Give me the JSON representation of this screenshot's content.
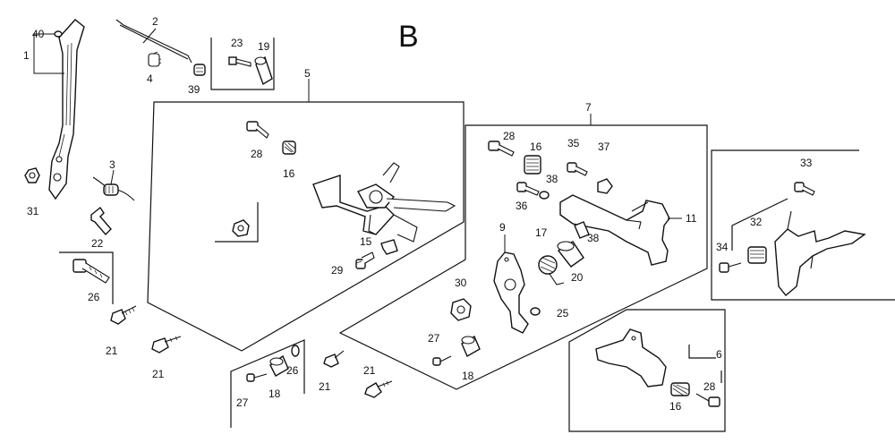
{
  "diagram": {
    "section_letter": "B",
    "callouts": {
      "c1": "1",
      "c40": "40",
      "c2": "2",
      "c4": "4",
      "c39": "39",
      "c23": "23",
      "c19": "19",
      "c5": "5",
      "c3": "3",
      "c31": "31",
      "c22": "22",
      "c26a": "26",
      "c21a": "21",
      "c21b": "21",
      "c28a": "28",
      "c16a": "16",
      "c15": "15",
      "c29": "29",
      "c27a": "27",
      "c18a": "18",
      "c26b": "26",
      "c21c": "21",
      "c21d": "21",
      "c7": "7",
      "c28b": "28",
      "c16b": "16",
      "c35": "35",
      "c37": "37",
      "c38a": "38",
      "c36": "36",
      "c11": "11",
      "c9": "9",
      "c17": "17",
      "c38b": "38",
      "c20": "20",
      "c30": "30",
      "c25": "25",
      "c27b": "27",
      "c18b": "18",
      "c33": "33",
      "c32": "32",
      "c34": "34",
      "c6": "6",
      "c16c": "16",
      "c28c": "28"
    }
  }
}
